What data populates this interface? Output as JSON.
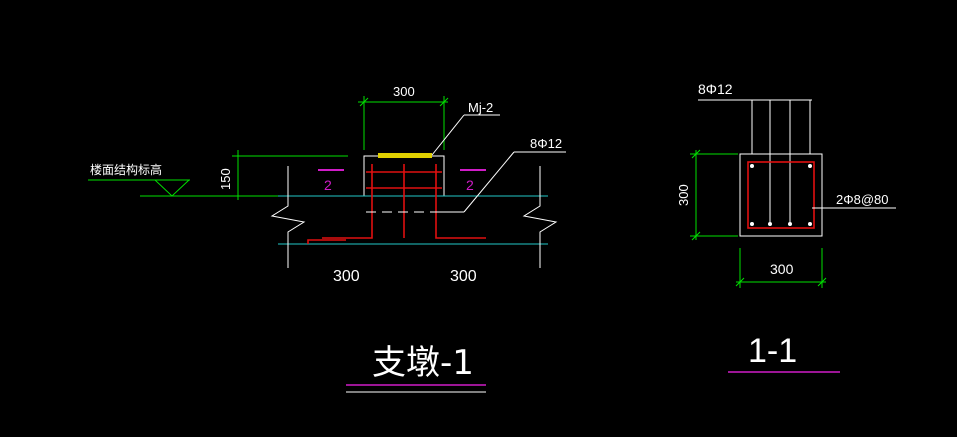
{
  "colors": {
    "background": "#000000",
    "white": "#ffffff",
    "green": "#00e000",
    "cyan": "#22c7c7",
    "red": "#e01010",
    "magenta": "#d01cc8",
    "yellow": "#e0d000"
  },
  "left_detail": {
    "dim_top": "300",
    "dim_left": "150",
    "dim_bottom_left": "300",
    "dim_bottom_right": "300",
    "label_mj": "Mj-2",
    "label_rebar": "8Φ12",
    "label_floor": "楼面结构标高",
    "section_mark_left": "2",
    "section_mark_right": "2",
    "title": "支墩-1"
  },
  "right_detail": {
    "label_rebar": "8Φ12",
    "label_stirrup": "2Φ8@80",
    "dim_left": "300",
    "dim_bottom": "300",
    "title": "1-1"
  }
}
